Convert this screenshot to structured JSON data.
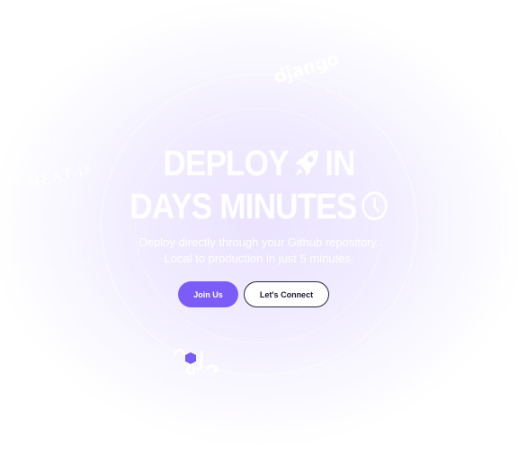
{
  "hero": {
    "headline_line1_before": "DEPLOY",
    "headline_line1_after": "IN",
    "headline_line2": "DAYS MINUTES",
    "subtitle_line1": "Deploy directly through your Github repository.",
    "subtitle_line2": "Local to production in just 5 minutes.",
    "headline_icons": [
      "rocket-icon",
      "clock-icon"
    ]
  },
  "buttons": {
    "join_label": "Join Us",
    "connect_label": "Let's Connect"
  },
  "logos": {
    "django": "django",
    "next": "NEXT.js"
  },
  "colors": {
    "accent": "#7c5cf6",
    "glow": "#ebe3ff",
    "background": "#ffffff"
  }
}
